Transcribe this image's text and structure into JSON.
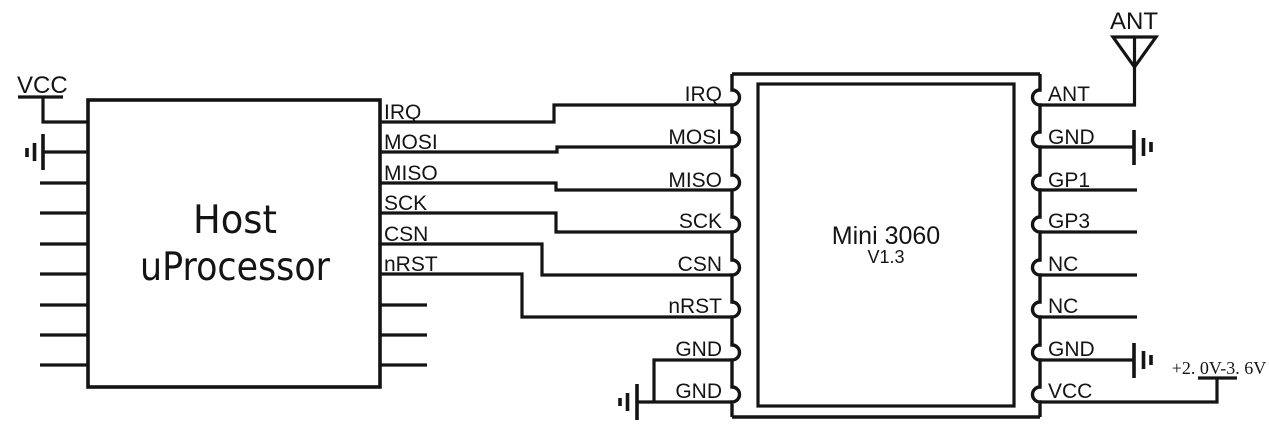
{
  "diagram": {
    "background": "#ffffff",
    "line_color": "#141414",
    "host": {
      "title_line1": "Host",
      "title_line2": "uProcessor",
      "vcc_label": "VCC",
      "pins": [
        "IRQ",
        "MOSI",
        "MISO",
        "SCK",
        "CSN",
        "nRST"
      ]
    },
    "module": {
      "name": "Mini 3060",
      "version": "V1.3",
      "left_pins": [
        "IRQ",
        "MOSI",
        "MISO",
        "SCK",
        "CSN",
        "nRST",
        "GND",
        "GND"
      ],
      "right_pins": [
        "ANT",
        "GND",
        "GP1",
        "GP3",
        "NC",
        "NC",
        "GND",
        "VCC"
      ]
    },
    "antenna_label": "ANT",
    "supply_label": "+2. 0V-3. 6V"
  }
}
